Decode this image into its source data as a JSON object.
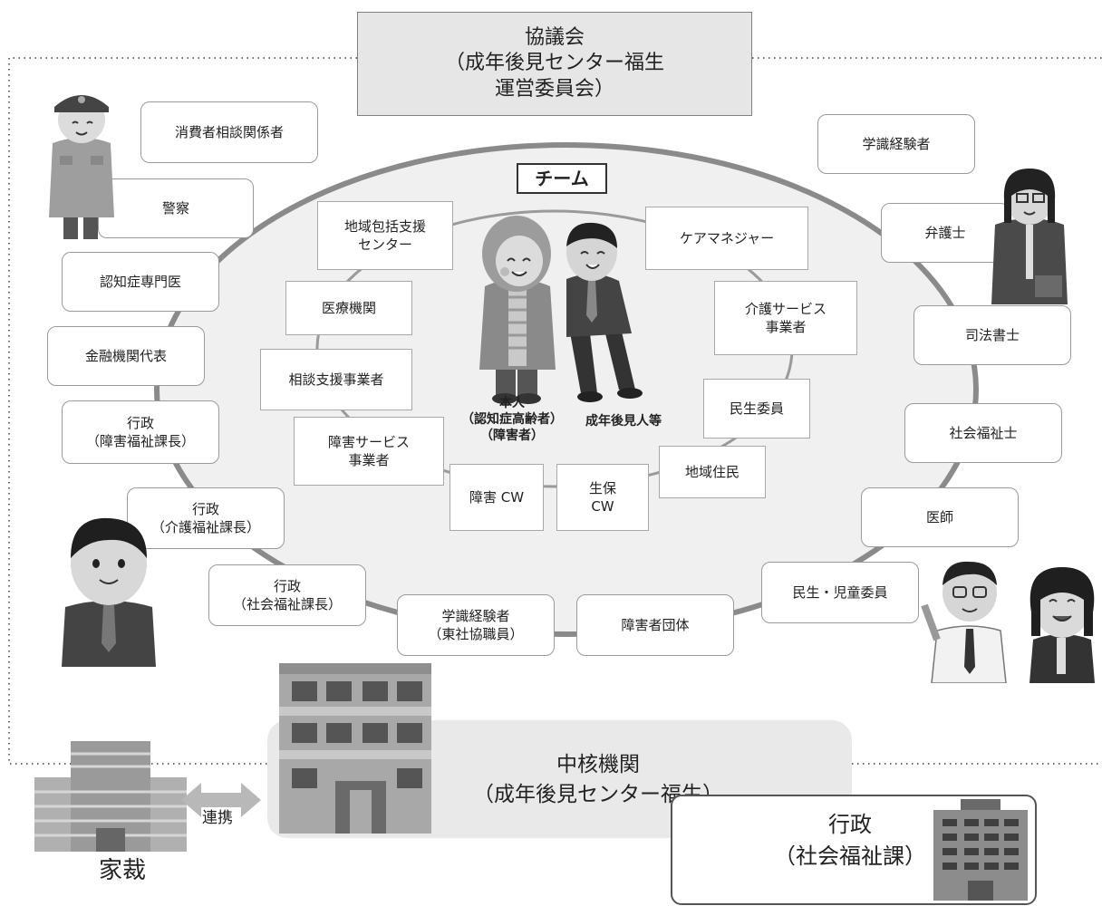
{
  "council": {
    "title": "協議会\n（成年後見センター福生\n運営委員会）"
  },
  "team": {
    "label": "チーム"
  },
  "center": {
    "person_caption": "本人\n（認知症高齢者）\n（障害者）",
    "guardian_caption": "成年後見人等"
  },
  "outer_nodes": [
    {
      "id": "consumer",
      "label": "消費者相談関係者"
    },
    {
      "id": "police",
      "label": "警察"
    },
    {
      "id": "dementia-doctor",
      "label": "認知症専門医"
    },
    {
      "id": "finance",
      "label": "金融機関代表"
    },
    {
      "id": "admin-disability",
      "label": "行政\n（障害福祉課長）"
    },
    {
      "id": "admin-care",
      "label": "行政\n（介護福祉課長）"
    },
    {
      "id": "admin-social",
      "label": "行政\n（社会福祉課長）"
    },
    {
      "id": "academic-shakyo",
      "label": "学識経験者\n（東社協職員）"
    },
    {
      "id": "disability-org",
      "label": "障害者団体"
    },
    {
      "id": "welfare-child-commissioner",
      "label": "民生・児童委員"
    },
    {
      "id": "physician",
      "label": "医師"
    },
    {
      "id": "social-worker",
      "label": "社会福祉士"
    },
    {
      "id": "judicial-scrivener",
      "label": "司法書士"
    },
    {
      "id": "lawyer",
      "label": "弁護士"
    },
    {
      "id": "academic",
      "label": "学識経験者"
    }
  ],
  "team_nodes": [
    {
      "id": "community-center",
      "label": "地域包括支援\nセンター"
    },
    {
      "id": "medical",
      "label": "医療機関"
    },
    {
      "id": "consult-support",
      "label": "相談支援事業者"
    },
    {
      "id": "disability-service",
      "label": "障害サービス\n事業者"
    },
    {
      "id": "disability-cw",
      "label": "障害 CW"
    },
    {
      "id": "welfare-cw",
      "label": "生保\nCW"
    },
    {
      "id": "residents",
      "label": "地域住民"
    },
    {
      "id": "welfare-commissioner",
      "label": "民生委員"
    },
    {
      "id": "care-service",
      "label": "介護サービス\n事業者"
    },
    {
      "id": "care-manager",
      "label": "ケアマネジャー"
    }
  ],
  "core_agency": {
    "title": "中核機関\n（成年後見センター福生）"
  },
  "government": {
    "title": "行政\n（社会福祉課）"
  },
  "family_court": {
    "label": "家裁"
  },
  "link": {
    "label": "連携"
  },
  "colors": {
    "ring": "#8a8a8a",
    "panel": "#e9e9e9",
    "council_fill": "#e6e6e6",
    "dots": "#6e6e6e"
  }
}
